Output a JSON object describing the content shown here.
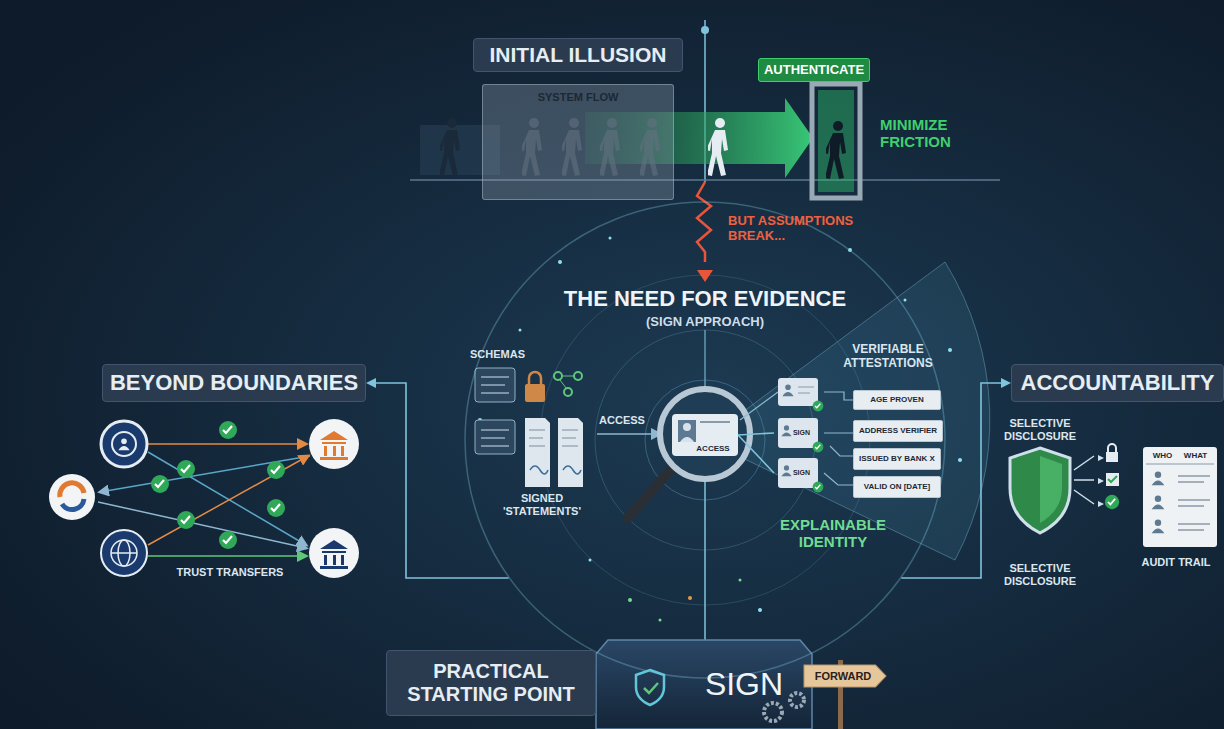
{
  "diagram": {
    "nodes": [
      {
        "text": [
          "INITIAL ILLUSION"
        ]
      },
      {
        "text": [
          "SYSTEM FLOW"
        ]
      },
      {
        "text": [
          "AUTHENTICATE"
        ]
      },
      {
        "text": [
          "THE NEED FOR EVIDENCE",
          "(SIGN APPROACH)"
        ]
      },
      {
        "text": [
          "ACCESS"
        ],
        "in": 3
      },
      {
        "text": [
          "SIGN"
        ],
        "in": 3
      },
      {
        "text": [
          "SIGN"
        ],
        "in": 3
      },
      {
        "text": [
          "AGE PROVEN"
        ],
        "in": 3
      },
      {
        "text": [
          "ADDRESS VERIFIER"
        ],
        "in": 3
      },
      {
        "text": [
          "ISSUED BY BANK X"
        ],
        "in": 3
      },
      {
        "text": [
          "VALID ON [DATE]"
        ],
        "in": 3
      },
      {
        "text": [
          "BEYOND BOUNDARIES"
        ]
      },
      {
        "text": [
          "ACCOUNTABILITY"
        ]
      },
      {
        "text": [
          "WHO",
          "WHAT"
        ]
      },
      {
        "text": [
          "PRACTICAL STARTING POINT"
        ]
      },
      {
        "text": [
          "SIGN"
        ]
      },
      {
        "text": [
          "FORWARD"
        ]
      }
    ],
    "edges": [
      {
        "from": 3,
        "to": 11,
        "arrow": "to"
      },
      {
        "from": 3,
        "to": 12,
        "arrow": "to"
      },
      {
        "from": 4,
        "to": 5,
        "arrow": "none"
      },
      {
        "from": 4,
        "to": 6,
        "arrow": "none"
      }
    ],
    "labels": [
      "MINIMIZE FRICTION",
      "BUT ASSUMPTIONS BREAK...",
      "SCHEMAS",
      "ACCESS",
      "SIGNED 'STATEMENTS'",
      "VERIFIABLE ATTESTATIONS",
      "EXPLAINABLE IDENTITY",
      "TRUST TRANSFERS",
      "SELECTIVE DISCLOSURE",
      "SELECTIVE DISCLOSURE",
      "AUDIT TRAIL"
    ]
  }
}
